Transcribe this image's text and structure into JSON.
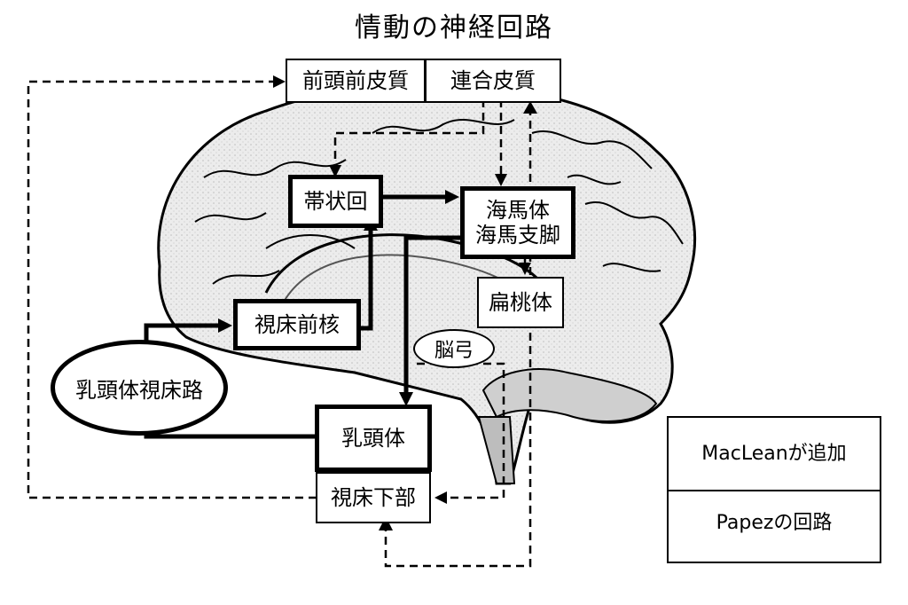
{
  "title": "情動の神経回路",
  "nodes": {
    "prefrontal": "前頭前皮質",
    "association": "連合皮質",
    "cingulate": "帯状回",
    "hippocampus_line1": "海馬体",
    "hippocampus_line2": "海馬支脚",
    "amygdala": "扁桃体",
    "anterior_thalamus": "視床前核",
    "fornix": "脳弓",
    "mammillothalamic": "乳頭体視床路",
    "mammillary": "乳頭体",
    "hypothalamus": "視床下部"
  },
  "legend": {
    "maclean_label": "MacLeanが追加",
    "papez_label": "Papezの回路"
  },
  "colors": {
    "line": "#000000",
    "background": "#ffffff",
    "brain_fill": "#e6e6e6",
    "brain_shadow": "#c8c8c8"
  }
}
